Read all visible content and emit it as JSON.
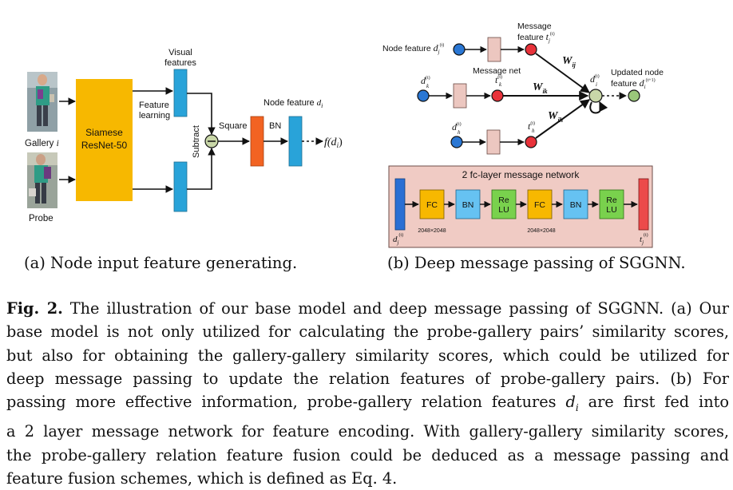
{
  "left_panel": {
    "gallery_label": "Gallery",
    "gallery_var": "i",
    "probe_label": "Probe",
    "backbone_line1": "Siamese",
    "backbone_line2": "ResNet-50",
    "visual_features_line1": "Visual",
    "visual_features_line2": "features",
    "feature_learning_line1": "Feature",
    "feature_learning_line2": "learning",
    "subtract_label": "Subtract",
    "square_label": "Square",
    "node_feature_label": "Node feature",
    "node_feature_var": "d",
    "node_feature_sub": "i",
    "bn_label": "BN",
    "output_label": "f(d",
    "output_sub": "i",
    "output_close": ")"
  },
  "right_panel": {
    "node_feature_label": "Node feature",
    "d_j": "d",
    "sub_j": "j",
    "sup_t": "(t)",
    "message_label_line1": "Message",
    "message_label_line2": "feature",
    "t_j": "t",
    "message_net_label": "Message net",
    "d_k": "d",
    "sub_k": "k",
    "t_k": "t",
    "d_h": "d",
    "sub_h": "h",
    "t_h": "t",
    "w_ij": "W",
    "w_ij_sub": "ij",
    "w_ik": "W",
    "w_ik_sub": "ik",
    "w_ih": "W",
    "w_ih_sub": "ih",
    "d_i": "d",
    "sub_i": "i",
    "updated_line1": "Updated node",
    "updated_line2": "feature",
    "sup_t1": "(t+1)",
    "msg_net_title": "2  fc-layer message network",
    "fc1": "FC",
    "bn1": "BN",
    "relu1_line1": "Re",
    "relu1_line2": "LU",
    "fc2": "FC",
    "bn2": "BN",
    "relu2_line1": "Re",
    "relu2_line2": "LU",
    "dim1": "2048×2048",
    "dim2": "2048×2048",
    "in_label": "d",
    "in_sub": "j",
    "out_label": "t",
    "out_sub": "j"
  },
  "subcaptions": {
    "a": "(a) Node input feature generating.",
    "b": "(b) Deep message passing of SGGNN."
  },
  "caption": {
    "fig_label": "Fig. 2.",
    "line1": " The illustration of our base model and deep message passing of SGGNN. (a) Our",
    "line2": "base model is not only utilized for calculating the probe-gallery pairs’ similarity scores,",
    "line3": "but also for obtaining the gallery-gallery similarity scores, which could be utilized for",
    "line4": "deep message passing to update the relation features of probe-gallery pairs. (b) For",
    "line5": "passing more effective information, probe-gallery relation features",
    "line5_var": "d",
    "line5_sub": "i",
    "line5_end": " are first fed into",
    "line6": "a 2 layer message network for feature encoding. With gallery-gallery similarity scores,",
    "line7": "the probe-gallery relation feature fusion could be deduced as a message passing and",
    "line8": "feature fusion schemes, which is defined as Eq. 4."
  },
  "colors": {
    "backbone": "#f7b800",
    "feature_bar": "#29a3d9",
    "square_block": "#f26322",
    "node_blue": "#2a77d4",
    "node_red": "#e8323a",
    "node_green": "#9ac77a",
    "msg_net": "#ecc7c0",
    "panel_bg": "#f0cbc4",
    "fc": "#f7b800",
    "bn": "#66c2f2",
    "relu": "#79d14d",
    "in_bar": "#2a6fd4",
    "out_bar": "#ec4a4a"
  }
}
